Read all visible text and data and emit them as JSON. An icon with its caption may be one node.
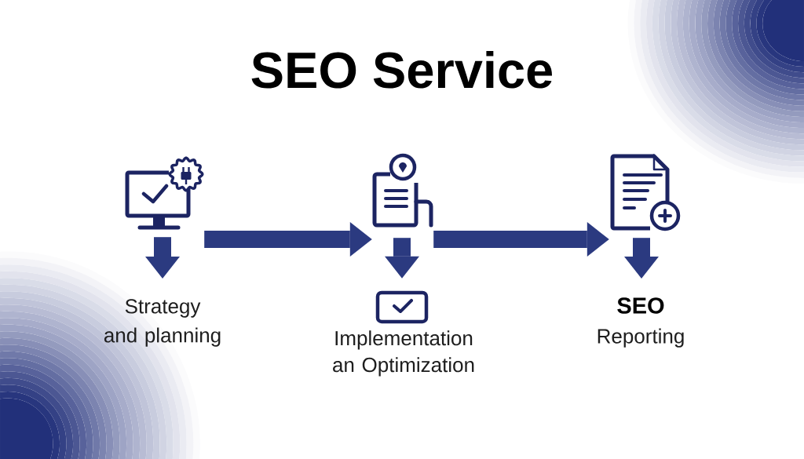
{
  "diagram": {
    "title": "SEO Service",
    "nodes": [
      {
        "text": [],
        "shape": "picture"
      },
      {
        "text": [
          "Strategy and planning"
        ]
      },
      {
        "text": [],
        "shape": "picture"
      },
      {
        "text": [],
        "shape": "picture"
      },
      {
        "text": [
          "Implementation an Optimization"
        ]
      },
      {
        "text": [],
        "shape": "picture"
      },
      {
        "text": [
          "SEO",
          "Reporting"
        ]
      }
    ],
    "edges": [
      {
        "from": 0,
        "to": 1,
        "arrow": "to"
      },
      {
        "from": 0,
        "to": 2,
        "arrow": "to"
      },
      {
        "from": 2,
        "to": 3,
        "arrow": "to"
      },
      {
        "from": 2,
        "to": 5,
        "arrow": "to"
      },
      {
        "from": 5,
        "to": 6,
        "arrow": "to"
      }
    ]
  }
}
